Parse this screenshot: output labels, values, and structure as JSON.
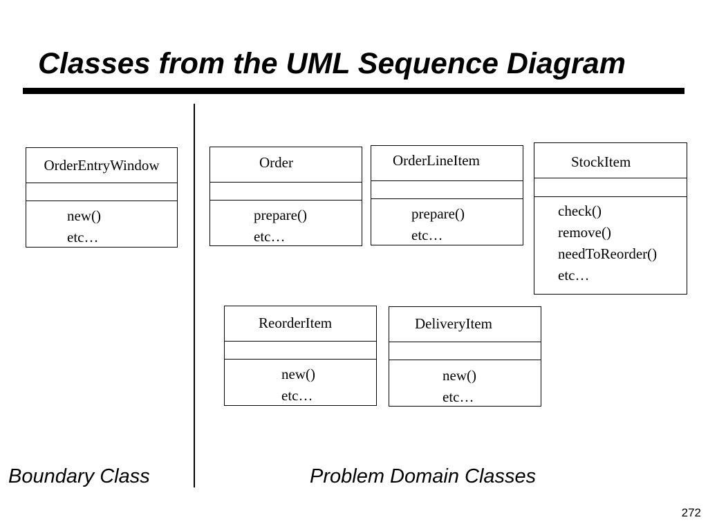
{
  "slide": {
    "title": "Classes from the UML Sequence Diagram",
    "page_number": "272"
  },
  "sections": {
    "boundary_label": "Boundary Class",
    "problem_domain_label": "Problem Domain Classes"
  },
  "classes": {
    "order_entry_window": {
      "name": "OrderEntryWindow",
      "operations": [
        "new()",
        "etc…"
      ]
    },
    "order": {
      "name": "Order",
      "operations": [
        "prepare()",
        "etc…"
      ]
    },
    "order_line_item": {
      "name": "OrderLineItem",
      "operations": [
        "prepare()",
        "etc…"
      ]
    },
    "stock_item": {
      "name": "StockItem",
      "operations": [
        "check()",
        "remove()",
        "needToReorder()",
        "etc…"
      ]
    },
    "reorder_item": {
      "name": "ReorderItem",
      "operations": [
        "new()",
        "etc…"
      ]
    },
    "delivery_item": {
      "name": "DeliveryItem",
      "operations": [
        "new()",
        "etc…"
      ]
    }
  }
}
